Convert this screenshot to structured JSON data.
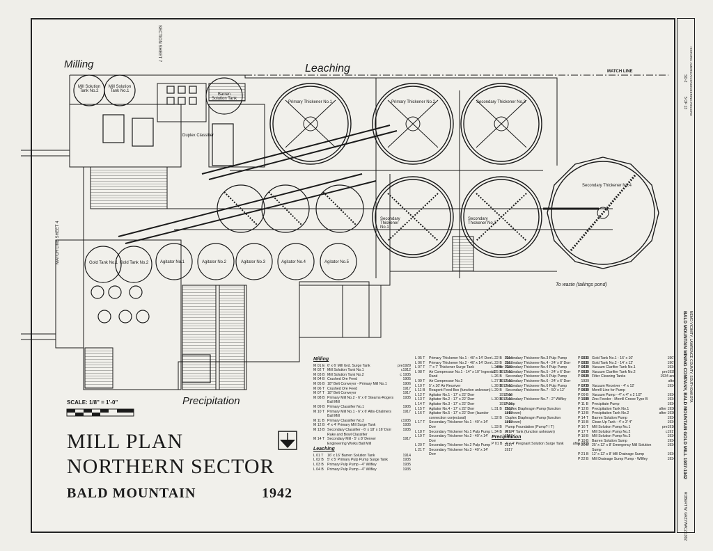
{
  "sections": {
    "milling": "Milling",
    "leaching": "Leaching",
    "precipitation": "Precipitation"
  },
  "labels": {
    "match_line": "MATCH LINE",
    "section_sheet": "SECTION SHEET 7",
    "match_line_sheet": "MATCH LINE SHEET 4",
    "to_waste": "To waste (tailings pond)"
  },
  "tanks": {
    "primary_1": "Primary Thickener No.1",
    "primary_2": "Primary Thickener No.2",
    "secondary_3": "Secondary Thickener No.3",
    "secondary_4": "Secondary Thickener No.4",
    "secondary_1": "Secondary Thickener No.1",
    "secondary_2": "Secondary Thickener No.2",
    "agitators": [
      "Agitator No.1",
      "Agitator No.2",
      "Agitator No.3",
      "Agitator No.4",
      "Agitator No.5"
    ],
    "gold_tank_1": "Gold Tank No.1",
    "gold_tank_2": "Gold Tank No.2",
    "barren_solution": "Barren Solution Tank",
    "mill_solution_2": "Mill Solution Tank No.2",
    "mill_solution_1": "Mill Solution Tank No.1",
    "duplex_classifier": "Duplex Classifier"
  },
  "scale": {
    "label": "SCALE:",
    "value": "1/8\" = 1'-0\""
  },
  "title": {
    "line1": "MILL PLAN",
    "line2": "NORTHERN SECTOR",
    "line3": "BALD MOUNTAIN",
    "year": "1942"
  },
  "legend": {
    "milling_heading": "Milling",
    "milling": [
      {
        "id": "M 01 E",
        "desc": "6' x 6' Mill Grd. Surge Tank",
        "year": "pre1929"
      },
      {
        "id": "M 02 T",
        "desc": "Mill Solution Tank No.1",
        "year": "c1912"
      },
      {
        "id": "M 03 B",
        "desc": "Mill Solution Tank No.2",
        "year": "c 1935"
      },
      {
        "id": "M 04 B",
        "desc": "Crushed Ore Feed",
        "year": "1905"
      },
      {
        "id": "M 05 B",
        "desc": "18\" Belt Conveyor - Primary Mill No.1",
        "year": "1906"
      },
      {
        "id": "M 06 T",
        "desc": "Crushed Ore Feed",
        "year": "1917"
      },
      {
        "id": "M 07 T",
        "desc": "18\" Belt Conveyor",
        "year": "1917"
      },
      {
        "id": "M 08 B",
        "desc": "Primary Mill No.2 - 6' x 6' Stearns-Rogers Ball Mill",
        "year": "1935"
      },
      {
        "id": "M 09 B",
        "desc": "Primary Classifier No.1",
        "year": "1905"
      },
      {
        "id": "M 10 T",
        "desc": "Primary Mill No.1 - 6' x 6' Allis-Chalmers Ball Mill",
        "year": "1917"
      },
      {
        "id": "M 11 B",
        "desc": "Primary Classifier No.2",
        "year": "c1935"
      },
      {
        "id": "M 12 B",
        "desc": "4' x 4' Primary Mill Surge Tank",
        "year": "1935"
      },
      {
        "id": "M 13 B",
        "desc": "Secondary Classifier - 6' x 18' x 16' Dorr Rake and Bowl Classifier",
        "year": "1935"
      },
      {
        "id": "M 14 T",
        "desc": "Secondary Mill - 5' x 8' Denver Engineering Works Ball Mill",
        "year": "1917"
      }
    ],
    "leaching_heading": "Leaching",
    "leaching": [
      {
        "id": "L 01 T",
        "desc": "16' x 16' Barren Solution Tank",
        "year": "1914"
      },
      {
        "id": "L 02 B",
        "desc": "5' x 5' Primary Pulp Pump Surge Tank",
        "year": "1935"
      },
      {
        "id": "L 03 B",
        "desc": "Primary Pulp Pump - 4\" Wilfley",
        "year": "1935"
      },
      {
        "id": "L 04 B",
        "desc": "Primary Pulp Pump - 4\" Wilfley",
        "year": "1935"
      }
    ],
    "col2": [
      {
        "id": "L 05 T",
        "desc": "Primary Thickener No.1 - 40' x 14' Dorr",
        "year": "1914"
      },
      {
        "id": "L 06 T",
        "desc": "Primary Thickener No.2 - 40' x 14' Dorr",
        "year": "1917"
      },
      {
        "id": "L 07 T",
        "desc": "7' x 7' Thickener Surge Tank",
        "year": "after 1939"
      },
      {
        "id": "L 08 T",
        "desc": "Air Compressor No.1 - 14\" x 10\" Ingersoll Rand",
        "year": "1912-16"
      },
      {
        "id": "L 09 T",
        "desc": "Air Compressor No.2",
        "year": "1912-16"
      },
      {
        "id": "L 10 T",
        "desc": "5' x 16' Air Receiver",
        "year": "1912-16"
      },
      {
        "id": "L 11 B",
        "desc": "Reagent Feed Box (function unknown)",
        "year": ""
      },
      {
        "id": "L 12 T",
        "desc": "Agitator No.1 - 17' x 22' Dorr",
        "year": "1912-16"
      },
      {
        "id": "L 13 T",
        "desc": "Agitator No.2 - 17' x 22' Dorr",
        "year": "1912-16"
      },
      {
        "id": "L 14 T",
        "desc": "Agitator No.3 - 17' x 22' Dorr",
        "year": "1912-16"
      },
      {
        "id": "L 15 T",
        "desc": "Agitator No.4 - 17' x 22' Dorr",
        "year": "1917"
      },
      {
        "id": "L 16 T",
        "desc": "Agitator No.5 - 17' x 22' Dorr (launder connection conjectural)",
        "year": "1917"
      },
      {
        "id": "L 17 T",
        "desc": "Secondary Thickener No.1 - 40' x 14' Dorr",
        "year": "1917"
      },
      {
        "id": "L 18 T",
        "desc": "Secondary Thickener No.1 Pulp Pump",
        "year": "1917"
      },
      {
        "id": "L 19 T",
        "desc": "Secondary Thickener No.2 - 40' x 14' Dorr",
        "year": "1917"
      },
      {
        "id": "L 20 T",
        "desc": "Secondary Thickener No.2 Pulp Pump",
        "year": "1917"
      },
      {
        "id": "L 21 T",
        "desc": "Secondary Thickener No.3 - 40' x 14' Dorr",
        "year": "1917"
      }
    ],
    "col3": [
      {
        "id": "L 22 B",
        "desc": "Secondary Thickener No.3 Pulp Pump",
        "year": "1939"
      },
      {
        "id": "L 23 B",
        "desc": "Secondary Thickener No.4 - 24' x 8' Dorr",
        "year": "1939"
      },
      {
        "id": "L 24 B",
        "desc": "Secondary Thickener No.4 Pulp Pump",
        "year": "1939"
      },
      {
        "id": "L 25 B",
        "desc": "Secondary Thickener No.5 - 24' x 6' Dorr",
        "year": "1939"
      },
      {
        "id": "L 26 B",
        "desc": "Secondary Thickener No.5 Pulp Pump",
        "year": "1939"
      },
      {
        "id": "L 27 B",
        "desc": "Secondary Thickener No.6 - 24' x 6' Dorr",
        "year": "1939"
      },
      {
        "id": "L 28 B",
        "desc": "Secondary Thickener No.6 Pulp Pump",
        "year": "1939"
      },
      {
        "id": "L 29 B",
        "desc": "Secondary Thickener No.7 - 50' x 12' Dorr",
        "year": "1939"
      },
      {
        "id": "L 30 B",
        "desc": "Secondary Thickener No.7 - 2\" Wilfley Pump",
        "year": "1939"
      },
      {
        "id": "L 31 B",
        "desc": "Duplex Diaphragm Pump (function unknown)",
        "year": ""
      },
      {
        "id": "L 32 B",
        "desc": "Duplex Diaphragm Pump (function unknown)",
        "year": ""
      },
      {
        "id": "L 33 B",
        "desc": "Pump Foundation (Pump? I T)",
        "year": ""
      },
      {
        "id": "L 34 B",
        "desc": "4' x 4' Tank (function unknown)",
        "year": ""
      }
    ],
    "precipitation_heading": "Precipitation",
    "precipitation": [
      {
        "id": "P 01 B",
        "desc": "4' x 4' Pregnant Solution Surge Tank",
        "year": "after 1935"
      }
    ],
    "col4": [
      {
        "id": "P 02 E",
        "desc": "Gold Tank No.1 - 16' x 10'",
        "year": "1907"
      },
      {
        "id": "P 03 E",
        "desc": "Gold Tank No.2 - 14' x 12'",
        "year": "1907"
      },
      {
        "id": "P 04 B",
        "desc": "Vacuum Clarifier Tank No.1",
        "year": "1934"
      },
      {
        "id": "P 05 B",
        "desc": "Vacuum Clarifier Tank No.2",
        "year": "pre1935"
      },
      {
        "id": "P 06 B",
        "desc": "Filter Cleaning Tanks",
        "year": "1934 and after"
      },
      {
        "id": "P 07 B",
        "desc": "Vacuum Receiver - 4' x 12'",
        "year": "1934"
      },
      {
        "id": "P 08 B",
        "desc": "Merrill Line for Pump",
        "year": ""
      },
      {
        "id": "P 09 B",
        "desc": "Vacuum Pump - 4\" x 4\" x 2 1/2\"",
        "year": "1934"
      },
      {
        "id": "P 10 B",
        "desc": "Zinc Feeder - Merrill Crowe Type B",
        "year": "1934"
      },
      {
        "id": "P 11 B",
        "desc": "Precipitate Pump",
        "year": "1934"
      },
      {
        "id": "P 12 B",
        "desc": "Precipitation Tank No.1",
        "year": "after 1936"
      },
      {
        "id": "P 13 B",
        "desc": "Precipitation Tank No.2",
        "year": "after 1936"
      },
      {
        "id": "P 14 T",
        "desc": "Barren Solution Pump",
        "year": "1934"
      },
      {
        "id": "P 15 B",
        "desc": "Clean Up Tank - 4' x 3' 4\"",
        "year": "1934"
      },
      {
        "id": "P 16 T",
        "desc": "Mill Solution Pump No.1",
        "year": "pre1916"
      },
      {
        "id": "P 17 T",
        "desc": "Mill Solution Pump No.2",
        "year": "c1917"
      },
      {
        "id": "P 18 B",
        "desc": "Mill Solution Pump No.3",
        "year": "1934"
      },
      {
        "id": "P 19 B",
        "desc": "Barren Solution Sump",
        "year": "1934"
      },
      {
        "id": "P 20 B",
        "desc": "25' x 12' x 8' Emergency Mill Solution Sump",
        "year": "1934"
      },
      {
        "id": "P 21 B",
        "desc": "12' x 12' x 8' Mill Drainage Sump",
        "year": "1934"
      },
      {
        "id": "P 22 B",
        "desc": "Mill Drainage Sump Pump - Wilfley",
        "year": "1934"
      }
    ]
  },
  "title_block": {
    "project": "BALD MOUNTAIN MINING COMPANY, BALD MOUNTAIN GOLD MILL 1907-1942",
    "location": "NEMO VICINITY, LAWRENCE COUNTY, SOUTH DAKOTA",
    "delineator": "ROBERT W. GRZYWACZ 1992",
    "agency": "HISTORIC AMERICAN ENGINEERING RECORD",
    "record": "SD-2",
    "sheet": "5 OF 13"
  },
  "colors": {
    "ink": "#1a1a1a",
    "paper": "#f1f0eb"
  }
}
